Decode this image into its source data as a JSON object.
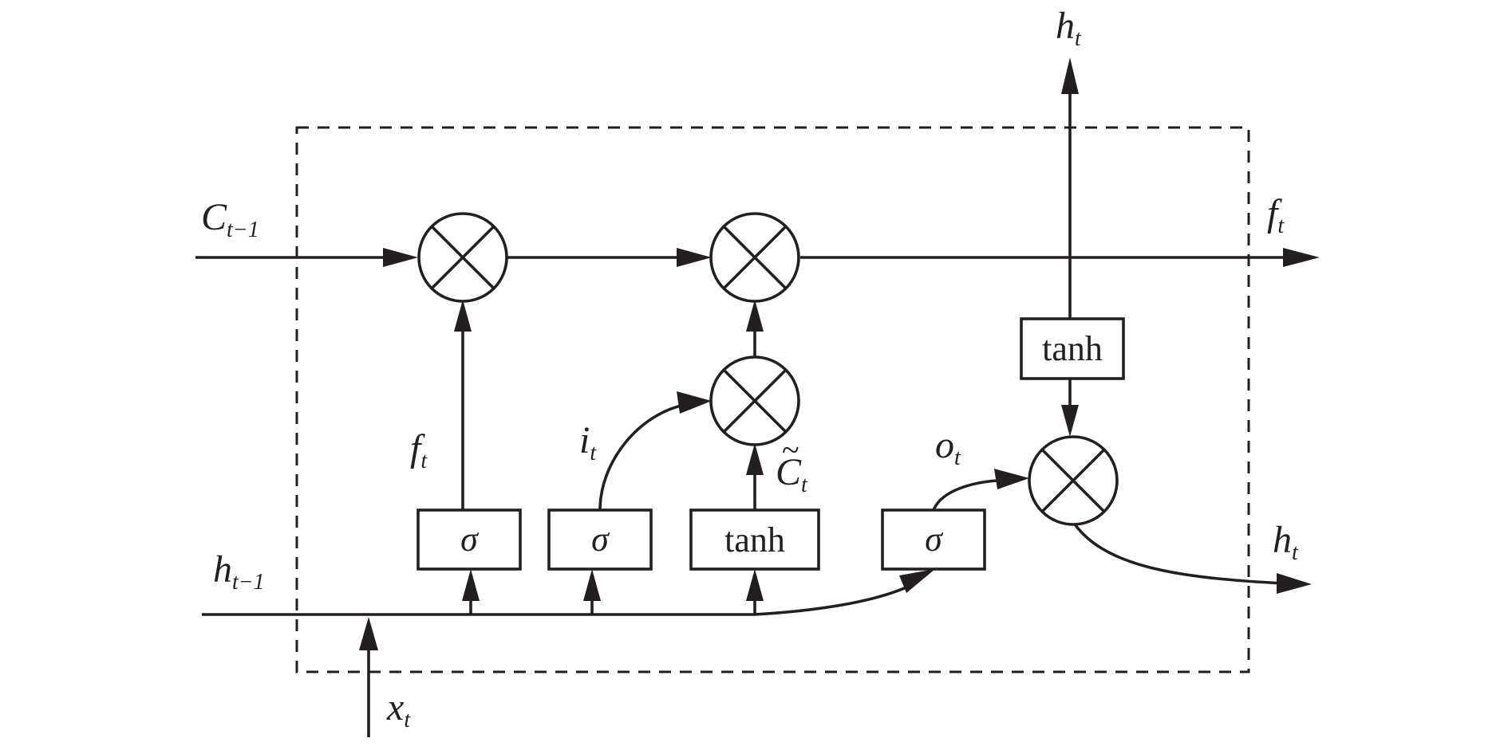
{
  "labels": {
    "c_prev_base": "C",
    "c_prev_sub": "t−1",
    "f_out_base": "f",
    "f_out_sub": "t",
    "h_top_base": "h",
    "h_top_sub": "t",
    "h_out_base": "h",
    "h_out_sub": "t",
    "h_prev_base": "h",
    "h_prev_sub": "t−1",
    "x_base": "x",
    "x_sub": "t",
    "f_gate_base": "f",
    "f_gate_sub": "t",
    "i_gate_base": "i",
    "i_gate_sub": "t",
    "o_gate_base": "o",
    "o_gate_sub": "t",
    "c_tilde_mark": "~",
    "c_tilde_base": "C",
    "c_tilde_sub": "t"
  },
  "blocks": {
    "forget_gate": "σ",
    "input_gate": "σ",
    "candidate": "tanh",
    "output_gate": "σ",
    "cell_tanh": "tanh"
  },
  "operators": {
    "multiply_symbol": "⊗"
  }
}
